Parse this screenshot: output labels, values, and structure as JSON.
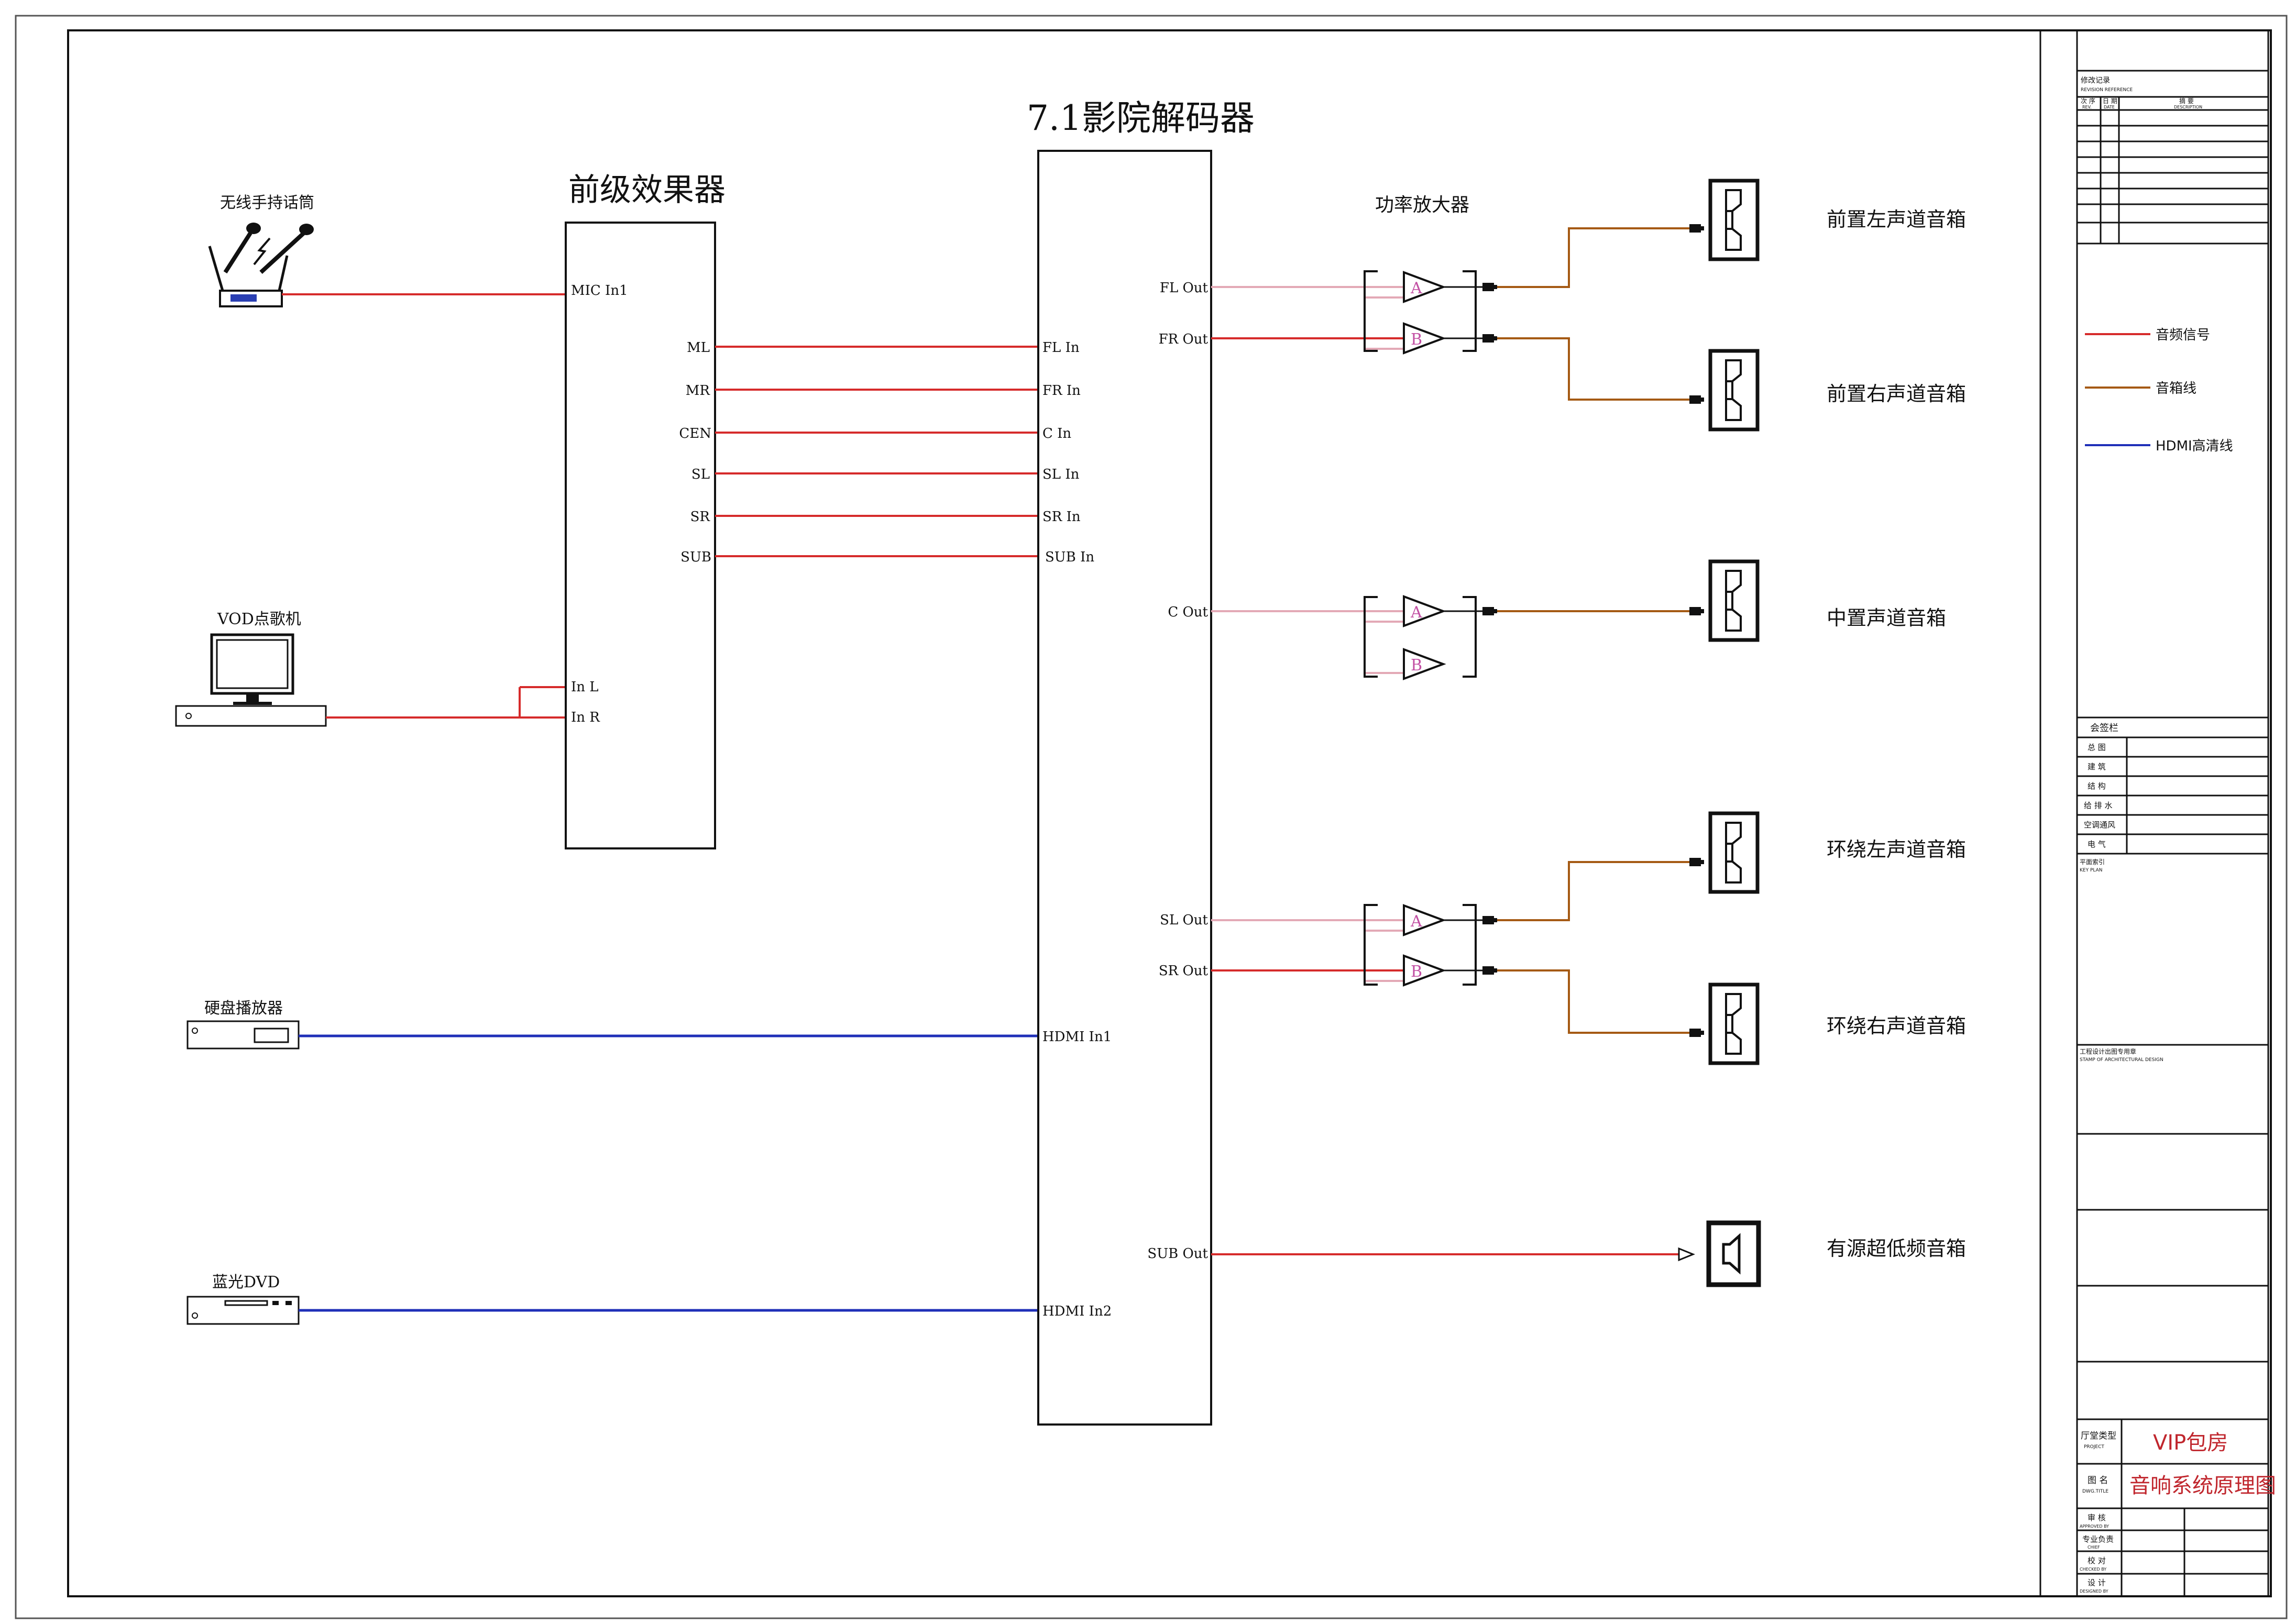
{
  "colors": {
    "audio_signal": "#d62b2b",
    "speaker_cable": "#a55a14",
    "hdmi": "#1f2fb8",
    "faint_signal": "#e3a9b6",
    "title_red": "#c0262d",
    "line": "#111111"
  },
  "devices": {
    "preamp_title": "前级效果器",
    "decoder_title": "7.1影院解码器",
    "amplifier_title": "功率放大器",
    "wireless_mic": "无线手持话筒",
    "vod": "VOD点歌机",
    "hdd_player": "硬盘播放器",
    "bluray": "蓝光DVD"
  },
  "preamp_ports": {
    "mic_in": "MIC In1",
    "ml": "ML",
    "mr": "MR",
    "cen": "CEN",
    "sl": "SL",
    "sr": "SR",
    "sub": "SUB",
    "in_l": "In L",
    "in_r": "In R"
  },
  "decoder_inputs": {
    "fl": "FL In",
    "fr": "FR In",
    "c": "C In",
    "sl": "SL In",
    "sr": "SR In",
    "sub": "SUB In",
    "hdmi1": "HDMI In1",
    "hdmi2": "HDMI In2"
  },
  "decoder_outputs": {
    "fl": "FL Out",
    "fr": "FR Out",
    "c": "C Out",
    "sl": "SL Out",
    "sr": "SR Out",
    "sub": "SUB Out"
  },
  "amp_channels": {
    "a": "A",
    "b": "B"
  },
  "speakers": {
    "front_left": "前置左声道音箱",
    "front_right": "前置右声道音箱",
    "center": "中置声道音箱",
    "surround_left": "环绕左声道音箱",
    "surround_right": "环绕右声道音箱",
    "subwoofer": "有源超低频音箱"
  },
  "legend": {
    "audio_signal": "音频信号",
    "speaker_cable": "音箱线",
    "hdmi": "HDMI高清线"
  },
  "title_block": {
    "revision_heading": "修改记录",
    "revision_heading_en": "REVISION REFERENCE",
    "rev_col_no": "次 序",
    "rev_col_no_en": "REV.",
    "rev_col_date": "日 期",
    "rev_col_date_en": "DATE",
    "rev_col_desc": "摘 要",
    "rev_col_desc_en": "DESCRIPTION",
    "signoff_heading": "会签栏",
    "signoff_rows": [
      "总 图",
      "建 筑",
      "结 构",
      "给 排 水",
      "空调通风",
      "电 气"
    ],
    "key_plan": "平面索引",
    "key_plan_en": "KEY PLAN",
    "stamp": "工程设计出图专用章",
    "stamp_en": "STAMP OF ARCHITECTURAL DESIGN",
    "project_label": "厅堂类型",
    "project_label_en": "PROJECT",
    "project_value": "VIP包房",
    "drawing_label": "图 名",
    "drawing_label_en": "DWG.TITLE",
    "drawing_value": "音响系统原理图",
    "approved": "审 核",
    "approved_en": "APPROVED BY",
    "chief": "专业负责",
    "chief_en": "CHIEF",
    "checked": "校 对",
    "checked_en": "CHECKED BY",
    "designed": "设 计",
    "designed_en": "DESIGNED BY"
  }
}
